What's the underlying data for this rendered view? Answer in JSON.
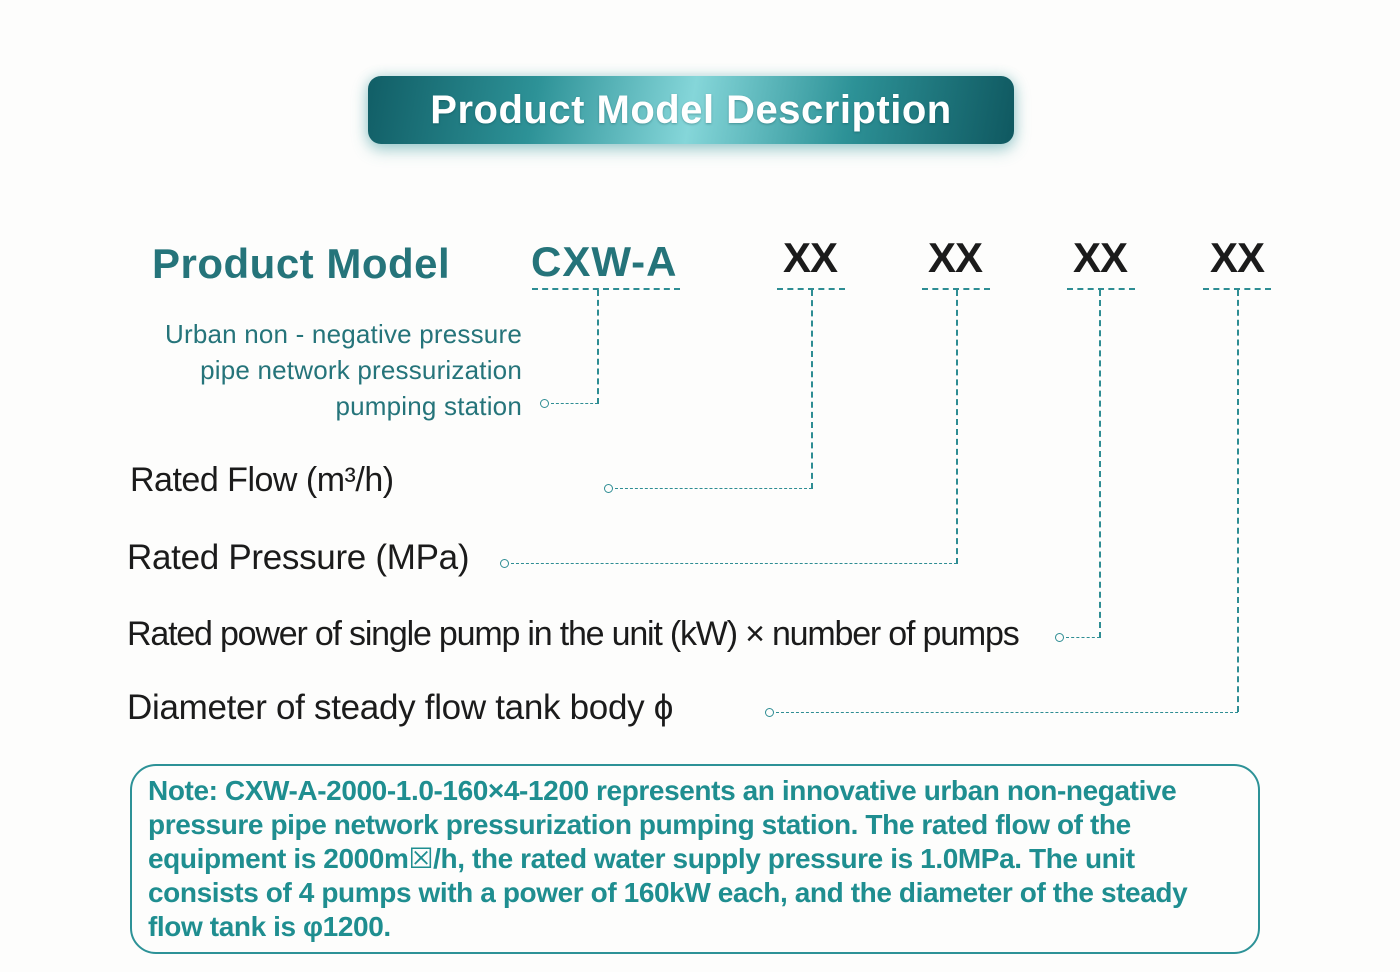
{
  "header": {
    "title": "Product Model Description"
  },
  "model": {
    "label": "Product Model",
    "prefix": "CXW-A",
    "placeholders": [
      "XX",
      "XX",
      "XX",
      "XX"
    ]
  },
  "fields": [
    {
      "name": "series",
      "lines": [
        "Urban non - negative pressure",
        "pipe network pressurization",
        "pumping station"
      ]
    },
    {
      "name": "rated-flow",
      "label": "Rated Flow (m³/h)"
    },
    {
      "name": "rated-pressure",
      "label": "Rated Pressure (MPa)"
    },
    {
      "name": "rated-power",
      "label": "Rated power of single pump in the unit (kW) × number of pumps"
    },
    {
      "name": "tank-diameter",
      "label": "Diameter of steady flow tank body ϕ"
    }
  ],
  "note": {
    "lines": [
      "Note: CXW-A-2000-1.0-160×4-1200 represents an innovative urban non-negative",
      "pressure pipe network pressurization pumping station. The rated flow of the",
      "equipment is 2000m☒/h, the rated water supply pressure is 1.0MPa. The unit",
      "consists of 4 pumps with a power of 160kW each, and the diameter of the steady",
      "flow tank is φ1200."
    ]
  },
  "colors": {
    "accent": "#25747a",
    "note-text": "#1f8e90",
    "connector": "#2e8d93",
    "text-dark": "#1b1b1b",
    "banner-dark": "#115e66",
    "banner-mid": "#2d9297",
    "banner-light": "#85d6d9",
    "page-bg": "#fdfdfc"
  }
}
